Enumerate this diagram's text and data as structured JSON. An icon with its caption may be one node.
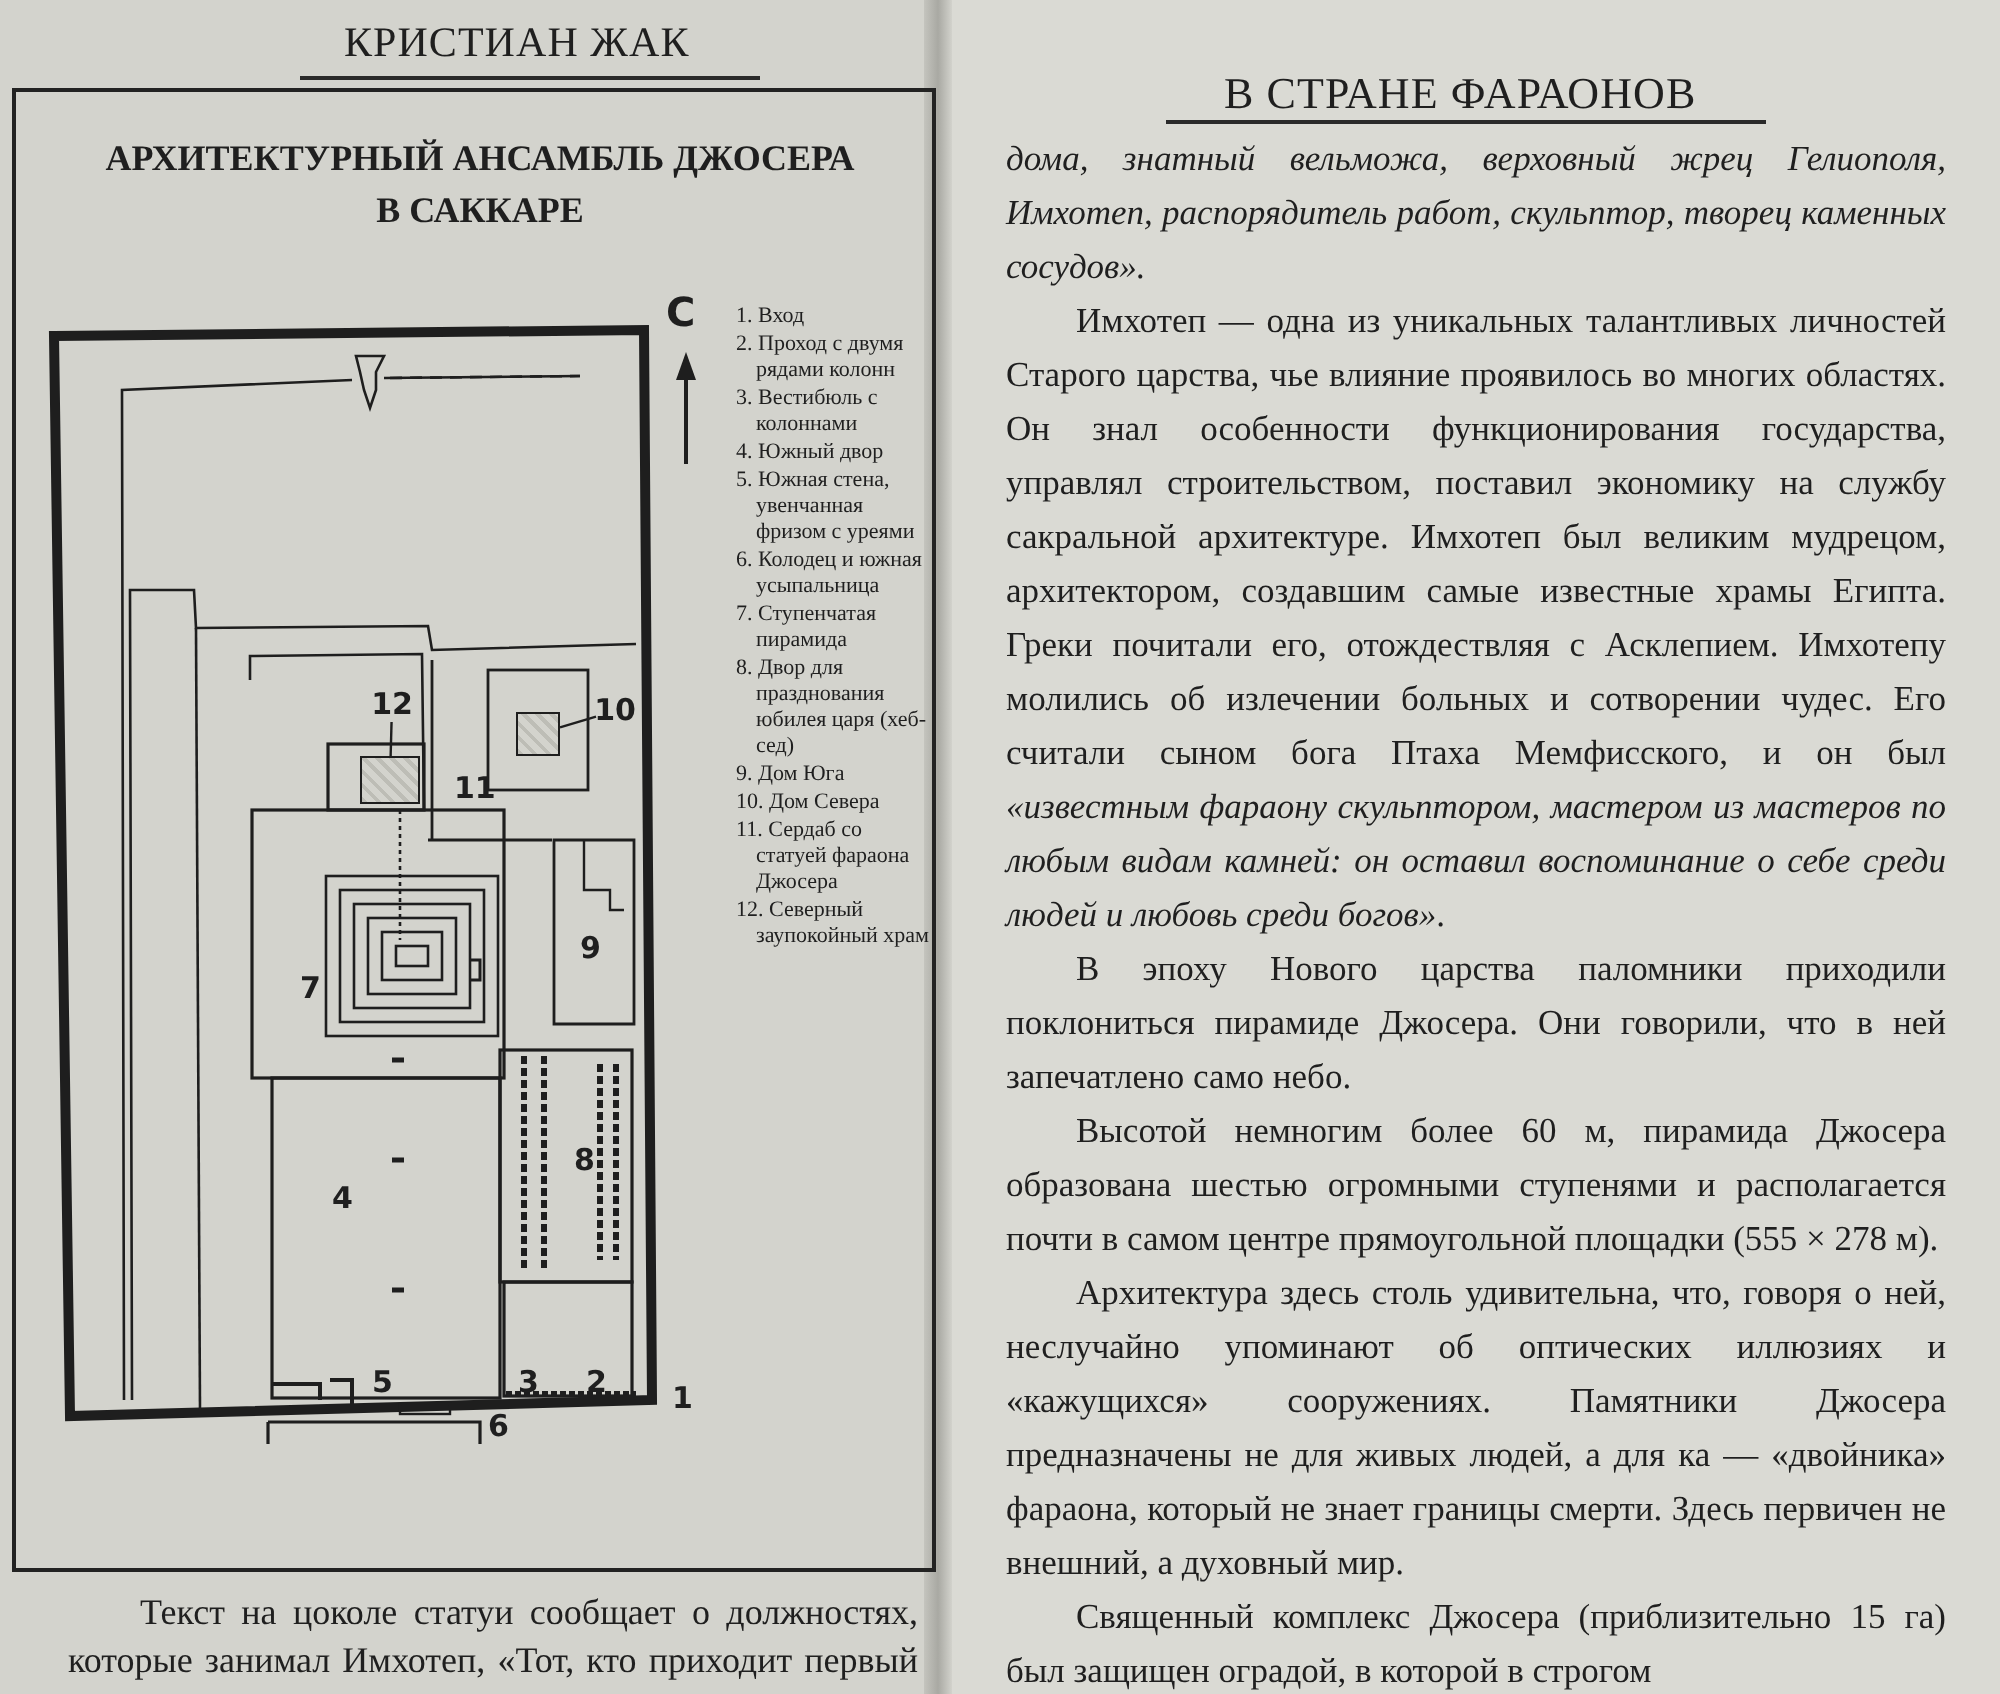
{
  "diagram": {
    "title": "АРХИТЕКТУРНЫЙ АНСАМБЛЬ ДЖОСЕРА В САККАРЕ",
    "nodes": [
      {
        "text": [
          "12"
        ]
      },
      {
        "text": [],
        "shape": "box"
      },
      {
        "text": [
          "10"
        ]
      },
      {
        "text": [],
        "shape": "box"
      }
    ],
    "edges": [
      {
        "from": 0,
        "to": 1,
        "arrow": "none"
      },
      {
        "from": 2,
        "to": 3,
        "arrow": "none"
      }
    ],
    "labels": [
      "КРИСТИАН ЖАК",
      "С",
      "1. Вход",
      "2. Проход с двумя рядами колонн",
      "3. Вестибюль с колоннами",
      "4. Южный двор",
      "5. Южная стена, увенчанная фризом с уреями",
      "6. Колодец и южная усыпальница",
      "7. Ступенчатая пирамида",
      "8. Двор для празднования юбилея царя (хеб-сед)",
      "9. Дом Юга",
      "10. Дом Севера",
      "11. Сердаб со статуей фараона Джосера",
      "12. Северный заупокойный храм",
      "1",
      "2",
      "3",
      "4",
      "5",
      "6",
      "7",
      "8",
      "9",
      "11",
      "Текст на цоколе статуи сообщает о должностях, которые занимал Имхотеп, «Тот, кто приходит первый по",
      "В СТРАНЕ ФАРАОНОВ",
      "дома, знатный вельможа, верховный жрец Гелиополя, Имхотеп, распорядитель работ, скульптор, творец каменных сосудов».",
      "Имхотеп — одна из уникальных талантливых личностей Старого царства, чье влияние проявилось во многих областях. Он знал особенности функционирования государства, управлял строительством, поставил экономику на службу сакральной архитектуре. Имхотеп был великим мудрецом, архитектором, создавшим самые известные храмы Египта. Греки почитали его, отождествляя с Асклепием. Имхотепу молились об излечении больных и сотворении чудес. Его считали сыном бога Птаха Мемфисского, и он был *«известным фараону скульптором, мастером из мастеров по любым видам камней: он оставил воспоминание о себе среди людей и любовь среди богов»*.",
      "В эпоху Нового царства паломники приходили поклониться пирамиде Джосера. Они говорили, что в ней запечатлено само небо.",
      "Высотой немногим более 60 м, пирамида Джосера образована шестью огромными ступенями и располагается почти в самом центре прямоугольной площадки (555 × 278 м).",
      "Архитектура здесь столь удивительна, что, говоря о ней, неслучайно упоминают об оптических иллюзиях и «кажущихся» сооружениях. Памятники Джосера предназначены не для живых людей, а для ка — «двойника» фараона, который не знает границы смерти. Здесь первичен не внешний, а духовный мир.",
      "Священный комплекс Джосера (приблизительно 15 га) был защищен оградой, в которой в строгом"
    ]
  }
}
